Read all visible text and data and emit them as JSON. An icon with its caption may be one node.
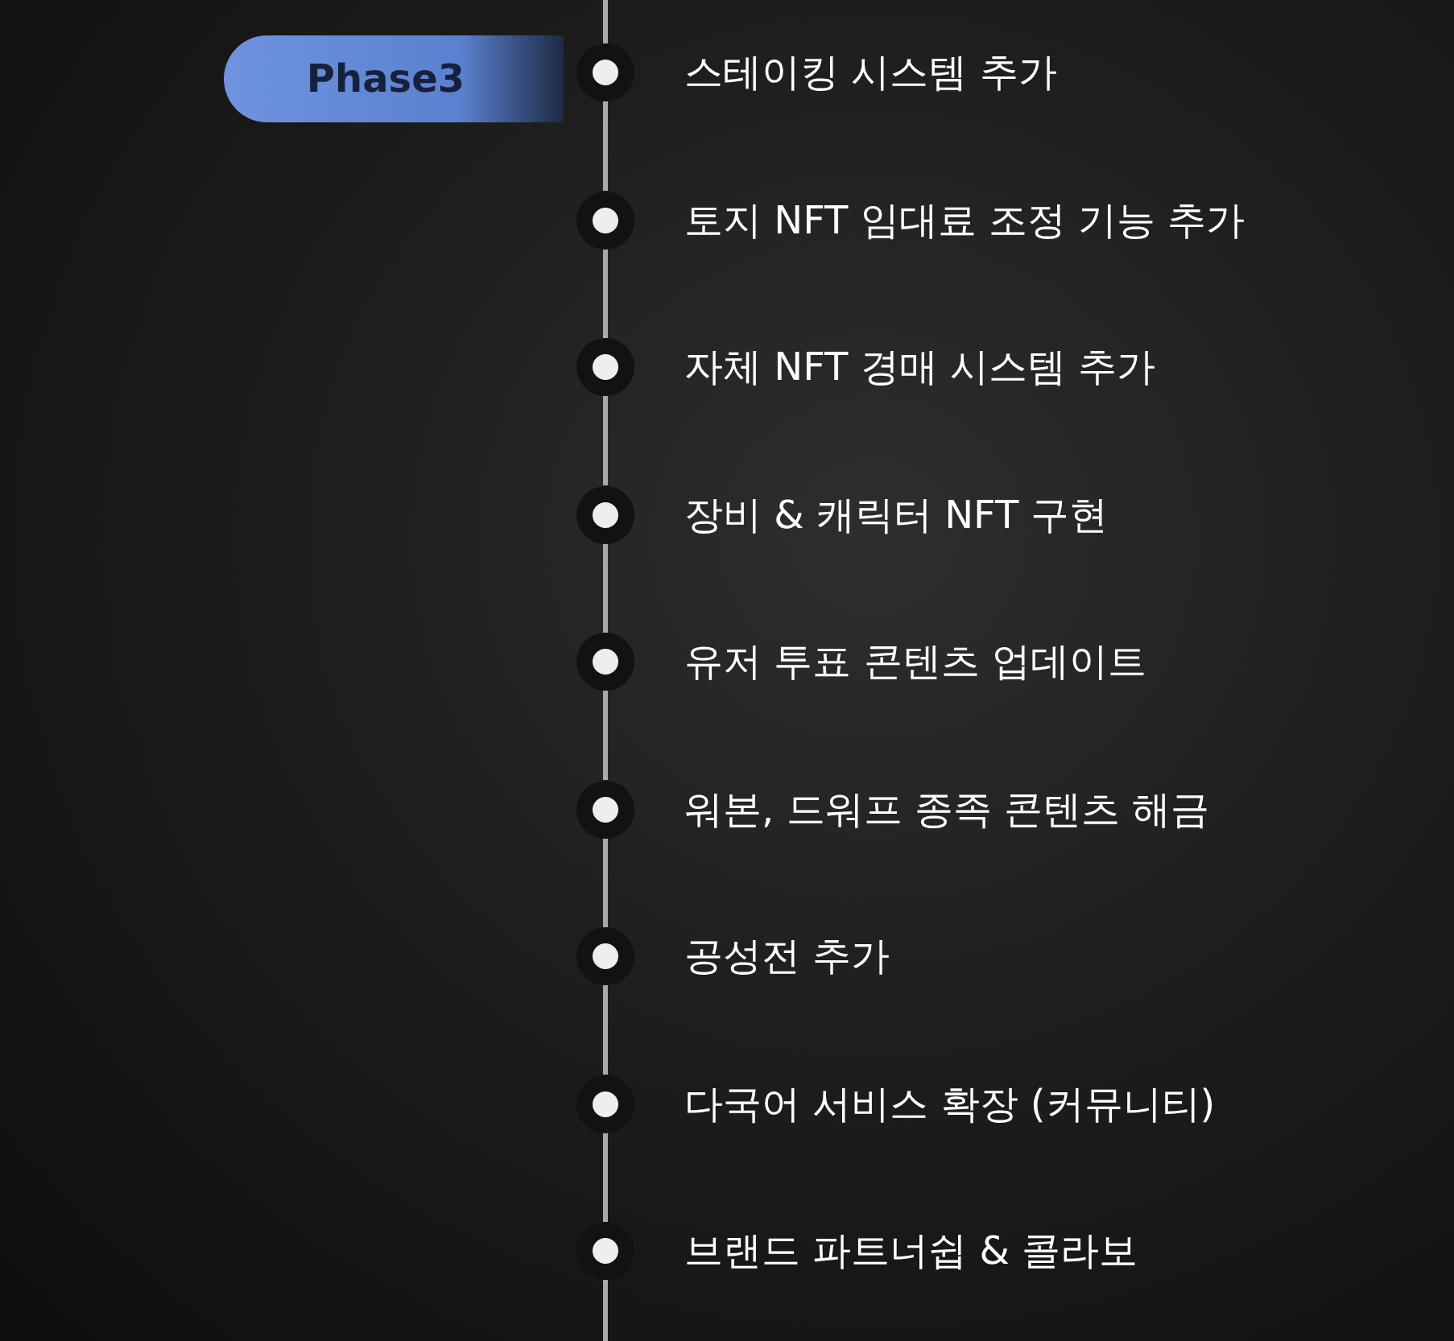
{
  "diagram": {
    "nodes": [
      {
        "text": [
          "Phase3"
        ]
      },
      {
        "text": [],
        "shape": "circle",
        "beside": [
          "스테이킹 시스템 추가"
        ]
      },
      {
        "text": [],
        "shape": "circle",
        "beside": [
          "토지 NFT 임대료 조정 기능 추가"
        ]
      },
      {
        "text": [],
        "shape": "circle",
        "beside": [
          "자체 NFT 경매 시스템 추가"
        ]
      },
      {
        "text": [],
        "shape": "circle",
        "beside": [
          "장비 & 캐릭터 NFT 구현"
        ]
      },
      {
        "text": [],
        "shape": "circle",
        "beside": [
          "유저 투표 콘텐츠 업데이트"
        ]
      },
      {
        "text": [],
        "shape": "circle",
        "beside": [
          "워본, 드워프 종족 콘텐츠 해금"
        ]
      },
      {
        "text": [],
        "shape": "circle",
        "beside": [
          "공성전 추가"
        ]
      },
      {
        "text": [],
        "shape": "circle",
        "beside": [
          "다국어 서비스 확장 (커뮤니티)"
        ]
      },
      {
        "text": [],
        "shape": "circle",
        "beside": [
          "브랜드 파트너쉽 & 콜라보"
        ]
      }
    ],
    "edges": [
      {
        "from": null,
        "to": 1,
        "arrow": "none"
      },
      {
        "from": 1,
        "to": 2,
        "arrow": "none"
      },
      {
        "from": 2,
        "to": 3,
        "arrow": "none"
      },
      {
        "from": 3,
        "to": 4,
        "arrow": "none"
      },
      {
        "from": 4,
        "to": 5,
        "arrow": "none"
      },
      {
        "from": 5,
        "to": 6,
        "arrow": "none"
      },
      {
        "from": 6,
        "to": 7,
        "arrow": "none"
      },
      {
        "from": 7,
        "to": 8,
        "arrow": "none"
      },
      {
        "from": 8,
        "to": 9,
        "arrow": "none"
      },
      {
        "from": 9,
        "to": null,
        "arrow": "none"
      }
    ]
  }
}
